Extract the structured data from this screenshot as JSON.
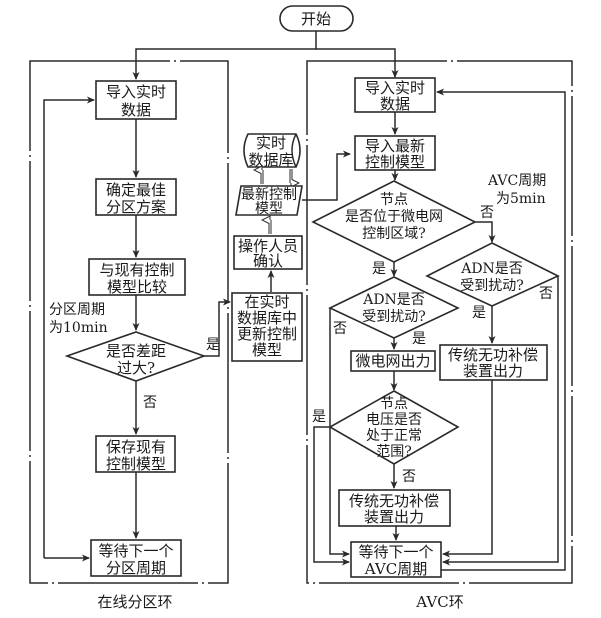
{
  "start": "开始",
  "loops": {
    "left_label": "在线分区环",
    "right_label": "AVC环"
  },
  "left": {
    "import_data": [
      "导入实时",
      "数据"
    ],
    "best_partition": [
      "确定最佳",
      "分区方案"
    ],
    "compare_model": [
      "与现有控制",
      "模型比较"
    ],
    "period_note": [
      "分区周期",
      "为10min"
    ],
    "diff_decision": [
      "是否差距",
      "过大?"
    ],
    "yes": "是",
    "no": "否",
    "save_model": [
      "保存现有",
      "控制模型"
    ],
    "wait_period": [
      "等待下一个",
      "分区周期"
    ]
  },
  "middle": {
    "realtime_db": [
      "实时",
      "数据库"
    ],
    "latest_model": [
      "最新控制",
      "模型"
    ],
    "operator_confirm": [
      "操作人员",
      "确认"
    ],
    "update_model": [
      "在实时",
      "数据库中",
      "更新控制",
      "模型"
    ]
  },
  "right": {
    "import_data": [
      "导入实时",
      "数据"
    ],
    "import_model": [
      "导入最新",
      "控制模型"
    ],
    "period_note": [
      "AVC周期",
      "为5min"
    ],
    "node_decision": [
      "节点",
      "是否位于微电网",
      "控制区域?"
    ],
    "adn_decision_left": [
      "ADN是否",
      "受到扰动?"
    ],
    "adn_decision_right": [
      "ADN是否",
      "受到扰动?"
    ],
    "microgrid_output": "微电网出力",
    "traditional_output_right": [
      "传统无功补偿",
      "装置出力"
    ],
    "voltage_decision": [
      "节点",
      "电压是否",
      "处于正常",
      "范围?"
    ],
    "traditional_output_bottom": [
      "传统无功补偿",
      "装置出力"
    ],
    "wait_period": [
      "等待下一个",
      "AVC周期"
    ],
    "yes": "是",
    "no": "否"
  }
}
